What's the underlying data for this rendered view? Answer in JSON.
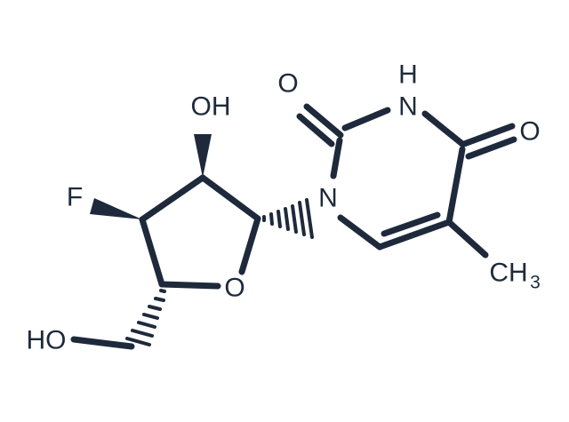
{
  "colors": {
    "ink": "#1e2a3b",
    "background": "#ffffff"
  },
  "atoms": {
    "o_carbonyl_2": "O",
    "n_h_3": "H",
    "n_3": "N",
    "o_carbonyl_4": "O",
    "o_hydroxyl_2p": "OH",
    "f_3p": "F",
    "n_1": "N",
    "o_ring": "O",
    "methyl_c": "CH",
    "methyl_sub": "3",
    "hydroxymethyl": "HO"
  }
}
